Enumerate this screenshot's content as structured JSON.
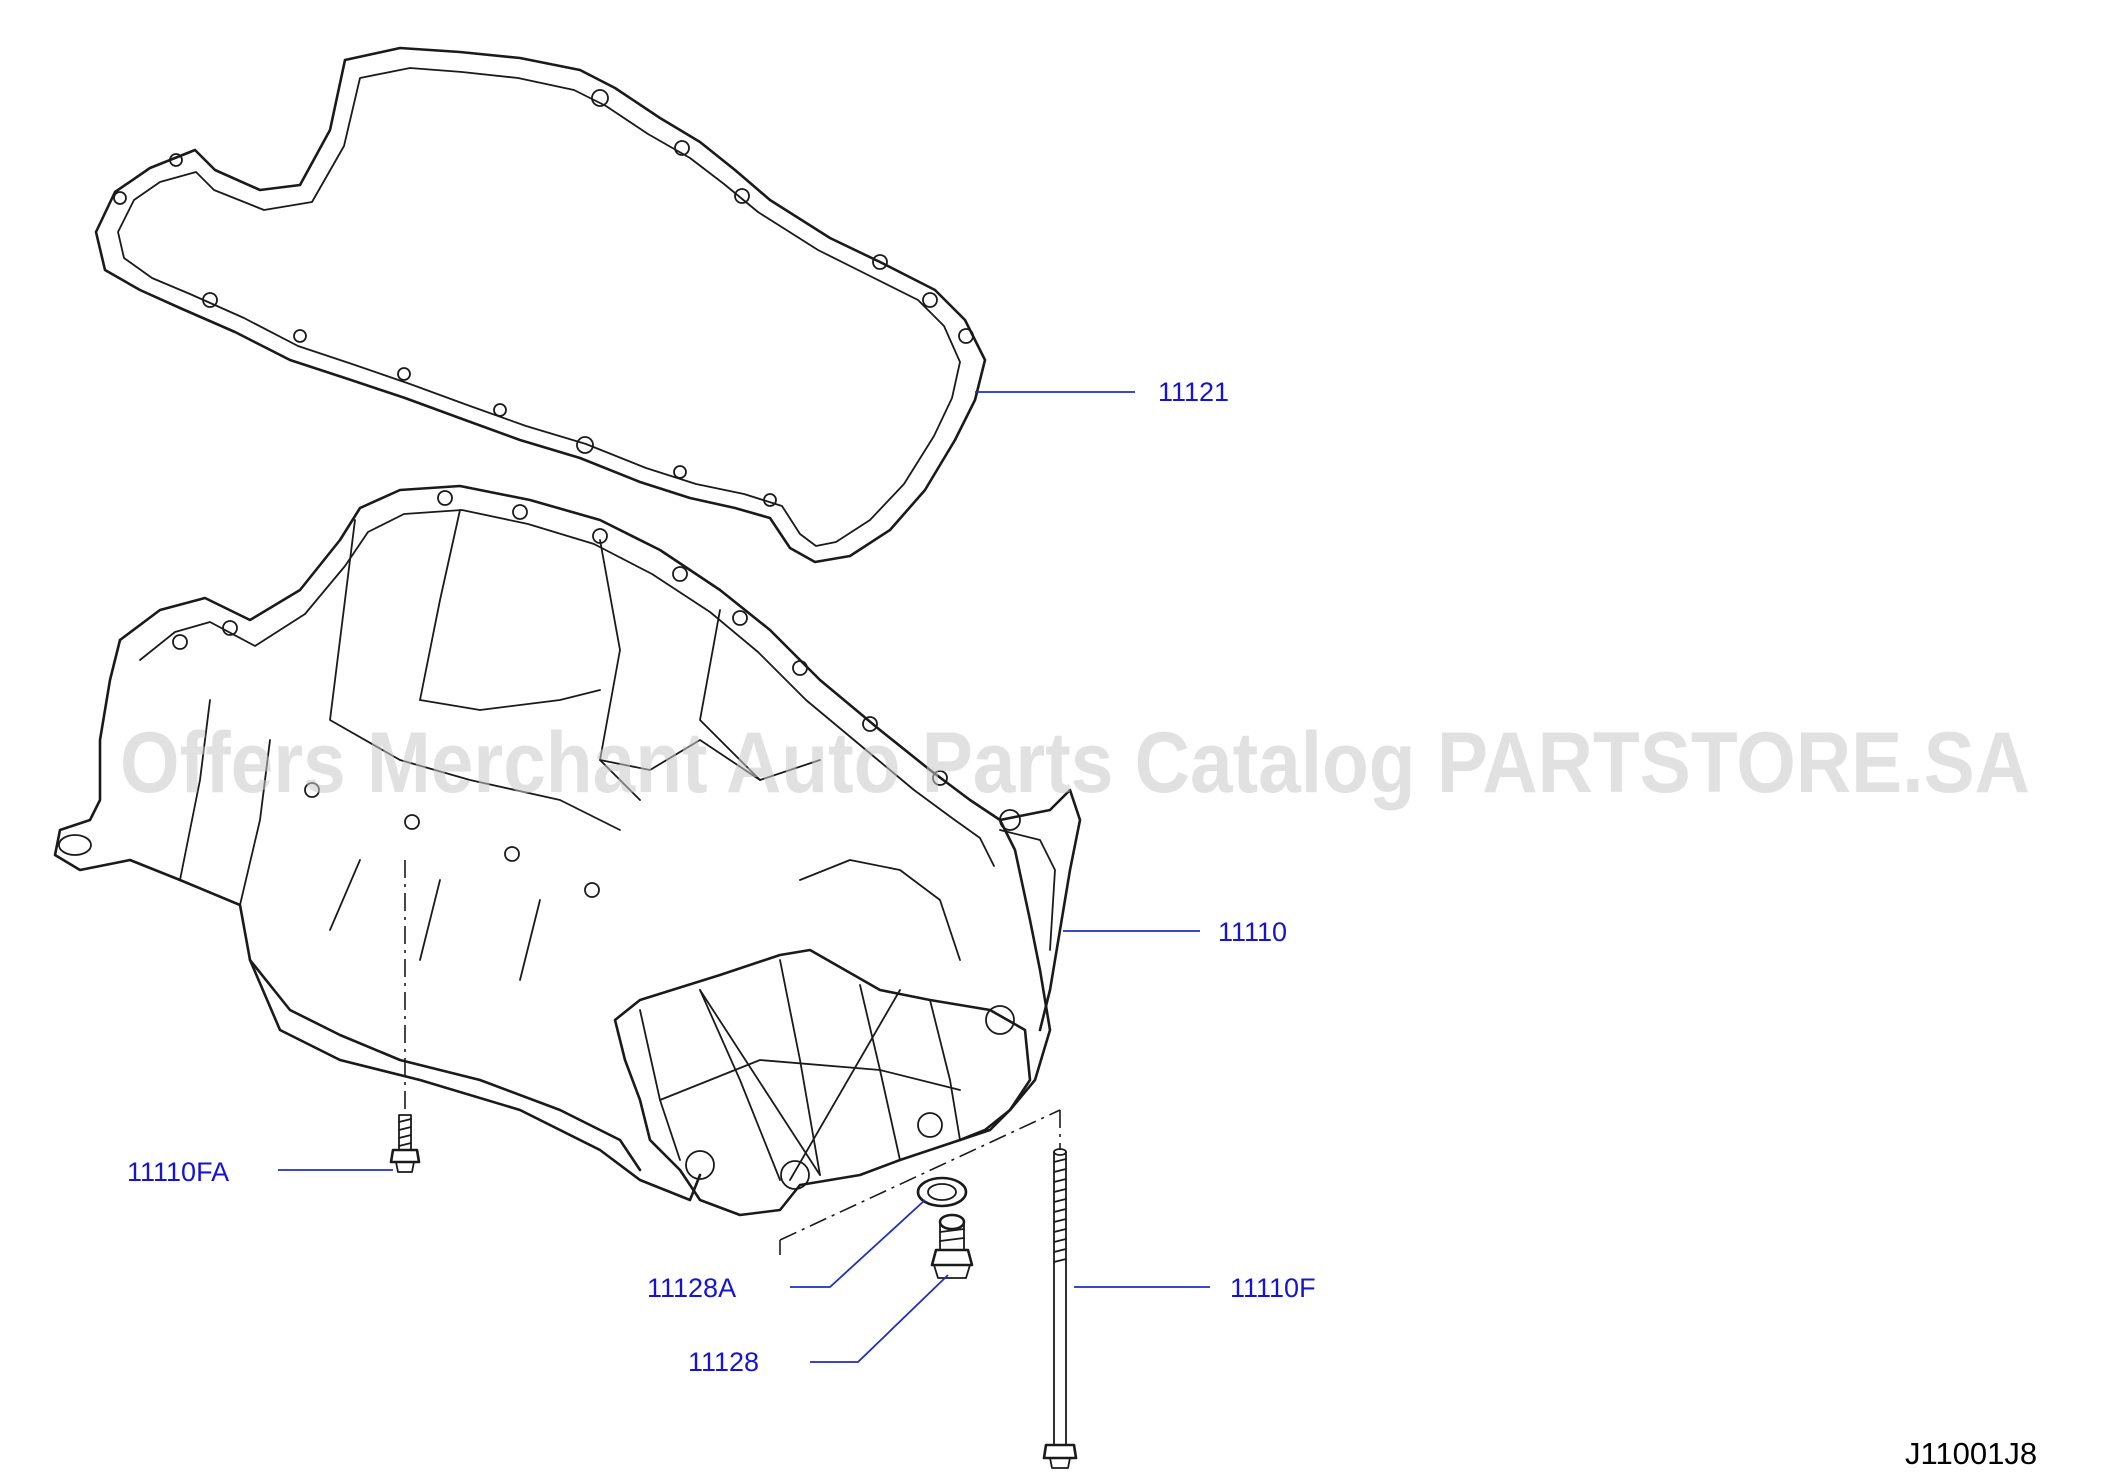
{
  "watermark": "Offers Merchant Auto Parts Catalog PARTSTORE.SA",
  "diagram_code": "J11001J8",
  "callouts": {
    "gasket": "11121",
    "oil_pan": "11110",
    "pan_bolt_a": "11110FA",
    "drain_washer": "11128A",
    "drain_plug": "11128",
    "long_bolt": "11110F"
  },
  "colors": {
    "callout_text": "#1414d2",
    "leader_line": "#1f2fbf",
    "line_art": "#1a1a1a",
    "watermark": "#c9c9c9"
  }
}
